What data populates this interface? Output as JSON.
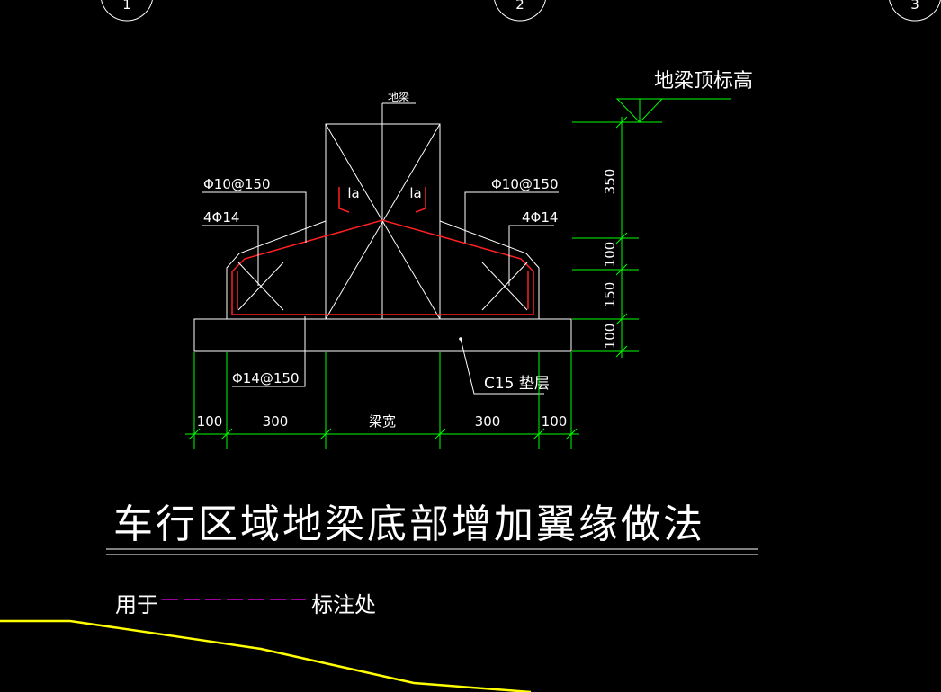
{
  "grid_axes": [
    "1",
    "2",
    "3"
  ],
  "labels": {
    "beam": "地梁",
    "top_elevation": "地梁顶标高",
    "stirrup_left": "Φ10@150",
    "stirrup_right": "Φ10@150",
    "bars_left": "4Φ14",
    "bars_right": "4Φ14",
    "anchor_left": "la",
    "anchor_right": "la",
    "bottom_bar": "Φ14@150",
    "cushion": "C15 垫层"
  },
  "dimensions": {
    "horizontal": [
      "100",
      "300",
      "梁宽",
      "300",
      "100"
    ],
    "vertical": [
      "350",
      "100",
      "150",
      "100"
    ]
  },
  "title": "车行区域地梁底部增加翼缘做法",
  "note": {
    "prefix": "用于",
    "suffix": "标注处"
  },
  "colors": {
    "background": "#000000",
    "outline": "#ffffff",
    "dimension": "#00ff00",
    "rebar": "#ff2020",
    "marker": "#d000d0",
    "ground_line": "#ffff00"
  }
}
